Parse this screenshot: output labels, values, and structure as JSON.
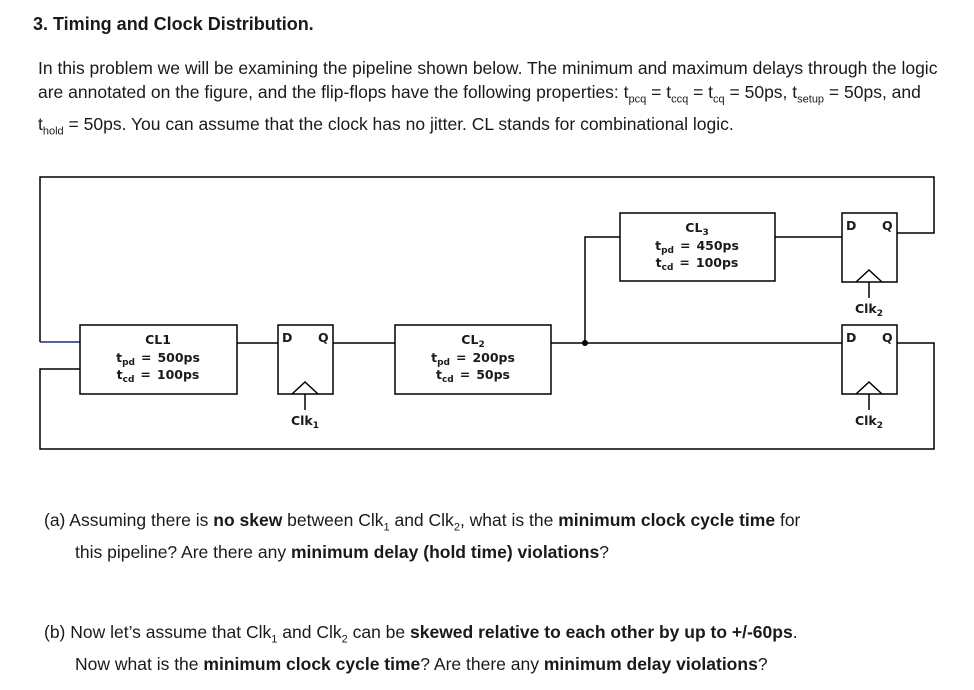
{
  "heading": "3.  Timing and Clock Distribution.",
  "intro": {
    "p1": "In this problem we will be examining the pipeline shown below. The minimum and maximum delays through the logic are annotated on the figure, and the flip-flops have the following properties: t",
    "sub_pcq": "pcq",
    "p2": " = t",
    "sub_ccq": "ccq",
    "p3": " = t",
    "sub_cq": "cq",
    "p4": " = 50ps, t",
    "sub_setup": "setup",
    "p5": " = 50ps, and t",
    "sub_hold": "hold",
    "p6": " = 50ps. You can assume that the clock has no jitter. CL stands for combinational logic."
  },
  "diagram": {
    "cl1": {
      "name": "CL1",
      "tpd": "500ps",
      "tcd": "100ps"
    },
    "cl2": {
      "name": "CL",
      "name_sub": "2",
      "tpd": "200ps",
      "tcd": "50ps"
    },
    "cl3": {
      "name": "CL",
      "name_sub": "3",
      "tpd": "450ps",
      "tcd": "100ps"
    },
    "t": "t",
    "pd": "pd",
    "cd": "cd",
    "eq": "=",
    "d": "D",
    "q": "Q",
    "clk": "Clk",
    "clk1_sub": "1",
    "clk2_sub": "2"
  },
  "questions": {
    "a": {
      "label": "(a)",
      "t1": " Assuming there is ",
      "b1": "no skew",
      "t2": " between Clk",
      "s1": "1",
      "t3": " and Clk",
      "s2": "2",
      "t4": ", what is the ",
      "b2": "minimum clock cycle time",
      "t5": " for",
      "t6": "this pipeline? Are there any ",
      "b3": "minimum delay (hold time) violations",
      "t7": "?"
    },
    "b": {
      "label": "(b)",
      "t1": " Now let’s assume that Clk",
      "s1": "1",
      "t2": " and Clk",
      "s2": "2",
      "t3": " can be ",
      "b1": "skewed relative to each other by up to +/-60ps",
      "t4": ".",
      "t5": "Now what is the ",
      "b2": "minimum clock cycle time",
      "t6": "? Are there any ",
      "b3": "minimum delay violations",
      "t7": "?"
    }
  }
}
